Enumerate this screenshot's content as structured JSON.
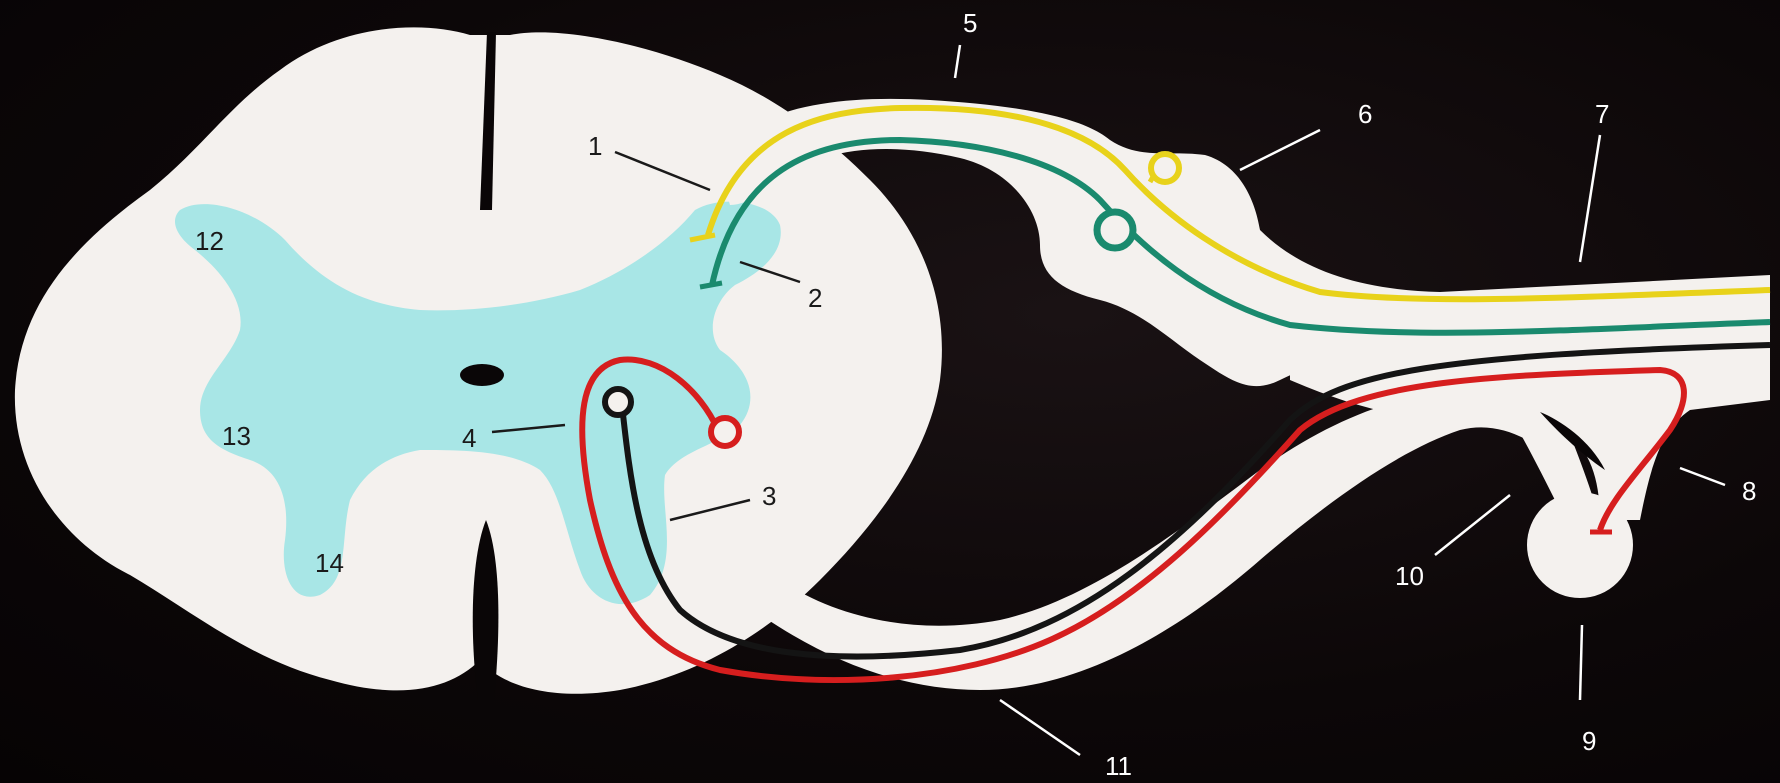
{
  "diagram": {
    "labels": {
      "l1": "1",
      "l2": "2",
      "l3": "3",
      "l4": "4",
      "l5": "5",
      "l6": "6",
      "l7": "7",
      "l8": "8",
      "l9": "9",
      "l10": "10",
      "l11": "11",
      "l12": "12",
      "l13": "13",
      "l14": "14"
    },
    "colors": {
      "background": "#0a0607",
      "white_matter": "#f4f1ee",
      "grey_matter": "#a8e6e6",
      "sensory_fiber_1": "#e8d21a",
      "sensory_fiber_2": "#1a8a6e",
      "motor_fiber": "#141414",
      "autonomic_fiber": "#d61e1e"
    }
  }
}
